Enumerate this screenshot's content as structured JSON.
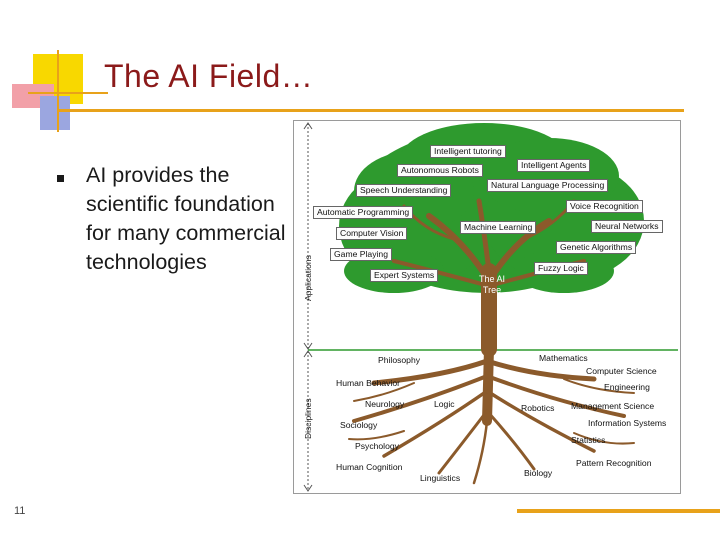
{
  "slide": {
    "title": "The AI Field…",
    "bullet": "AI provides the scientific foundation for many commercial technologies",
    "slide_number": "11"
  },
  "tree": {
    "name": "The AI Tree",
    "axis_top": "Applications",
    "axis_bottom": "Disciplines",
    "applications": [
      "Intelligent tutoring",
      "Autonomous Robots",
      "Intelligent Agents",
      "Speech Understanding",
      "Natural Language Processing",
      "Voice Recognition",
      "Automatic Programming",
      "Machine Learning",
      "Neural Networks",
      "Computer Vision",
      "Genetic Algorithms",
      "Game Playing",
      "Expert Systems",
      "Fuzzy Logic"
    ],
    "disciplines": [
      "Philosophy",
      "Mathematics",
      "Computer Science",
      "Human Behavior",
      "Engineering",
      "Neurology",
      "Logic",
      "Robotics",
      "Management Science",
      "Sociology",
      "Information Systems",
      "Psychology",
      "Statistics",
      "Human Cognition",
      "Pattern Recognition",
      "Linguistics",
      "Biology"
    ]
  },
  "colors": {
    "title": "#8b1a1a",
    "accent": "#e8a21a",
    "foliage": "#2e9a2e",
    "trunk": "#8b5a2b"
  }
}
